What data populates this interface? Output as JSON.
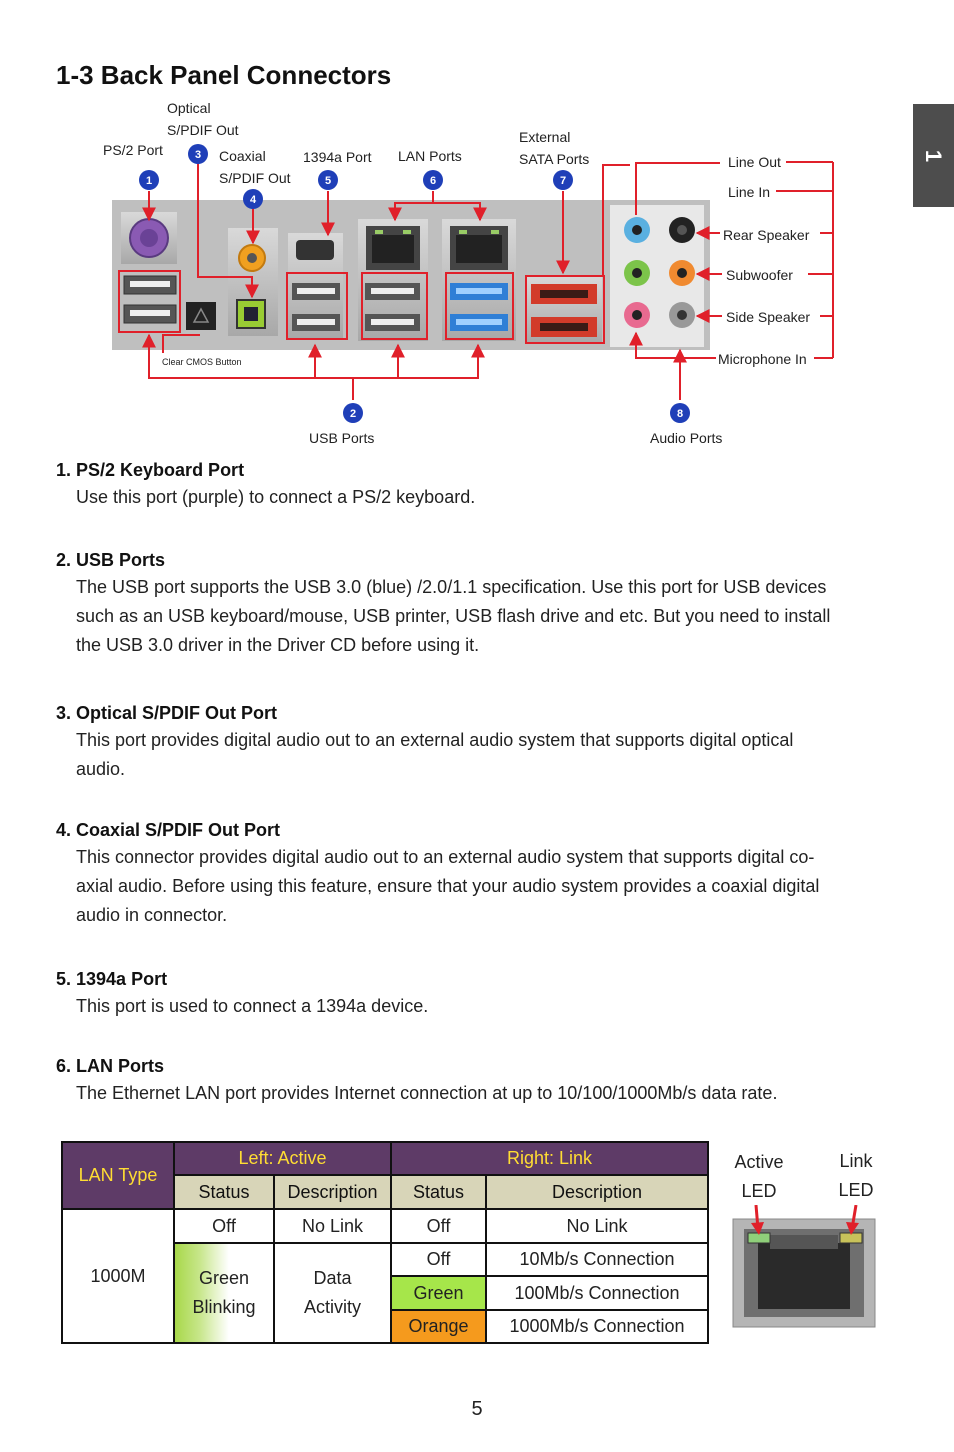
{
  "chapter_tab": "1",
  "title": "1-3 Back Panel Connectors",
  "diagram": {
    "labels": {
      "optical": [
        "Optical",
        "S/PDIF Out"
      ],
      "ps2": "PS/2 Port",
      "coaxial": [
        "Coaxial",
        "S/PDIF Out"
      ],
      "port1394": "1394a Port",
      "lan": "LAN Ports",
      "sata": [
        "External",
        "SATA  Ports"
      ],
      "line_out": "Line Out",
      "line_in": "Line In",
      "rear_speaker": "Rear Speaker",
      "subwoofer": "Subwoofer",
      "side_speaker": "Side Speaker",
      "microphone_in": "Microphone In",
      "clear_cmos": "Clear CMOS Button",
      "usb": "USB Ports",
      "audio": "Audio Ports"
    },
    "badges": [
      "1",
      "2",
      "3",
      "4",
      "5",
      "6",
      "7",
      "8"
    ],
    "colors": {
      "badge": "#1f3fb8",
      "callout": "#e0202a",
      "usb3": "#2f7fd6",
      "ps2": "#8a5ab3"
    }
  },
  "sections": [
    {
      "heading": "1. PS/2 Keyboard Port",
      "lines": [
        "Use this port (purple) to connect a PS/2 keyboard."
      ]
    },
    {
      "heading": "2. USB Ports",
      "lines": [
        "The USB port supports the USB 3.0 (blue) /2.0/1.1 specification. Use this port for USB devices",
        "such as an USB keyboard/mouse, USB printer, USB flash drive and etc. But you need to install",
        "the USB 3.0 driver in the Driver CD before using it."
      ]
    },
    {
      "heading": "3. Optical S/PDIF Out Port",
      "lines": [
        "This port provides digital audio out to an external audio system that supports digital optical",
        "audio."
      ]
    },
    {
      "heading": "4.  Coaxial S/PDIF Out Port",
      "lines": [
        "This connector provides digital audio out to an external audio system that supports digital co-",
        "axial audio. Before using this feature, ensure that your audio system provides a coaxial digital",
        "audio in connector."
      ]
    },
    {
      "heading": "5. 1394a Port",
      "lines": [
        "This port is used to connect a 1394a device."
      ]
    },
    {
      "heading": "6. LAN Ports",
      "lines": [
        "The Ethernet LAN port provides Internet connection at up to 10/100/1000Mb/s data rate."
      ]
    }
  ],
  "lan_table": {
    "lan_type": "LAN Type",
    "left_active": "Left: Active",
    "right_link": "Right: Link",
    "status": "Status",
    "description": "Description",
    "type_value": "1000M",
    "row1": {
      "left_status": "Off",
      "left_desc": "No Link",
      "right_status": "Off",
      "right_desc": "No Link"
    },
    "left_blink_status": [
      "Green",
      "Blinking"
    ],
    "left_blink_desc": [
      "Data",
      "Activity"
    ],
    "rows": [
      {
        "status": "Off",
        "desc": "10Mb/s Connection"
      },
      {
        "status": "Green",
        "desc": "100Mb/s Connection"
      },
      {
        "status": "Orange",
        "desc": "1000Mb/s Connection"
      }
    ]
  },
  "led_labels": {
    "active": [
      "Active",
      "LED"
    ],
    "link": [
      "Link",
      "LED"
    ]
  },
  "page_number": "5"
}
